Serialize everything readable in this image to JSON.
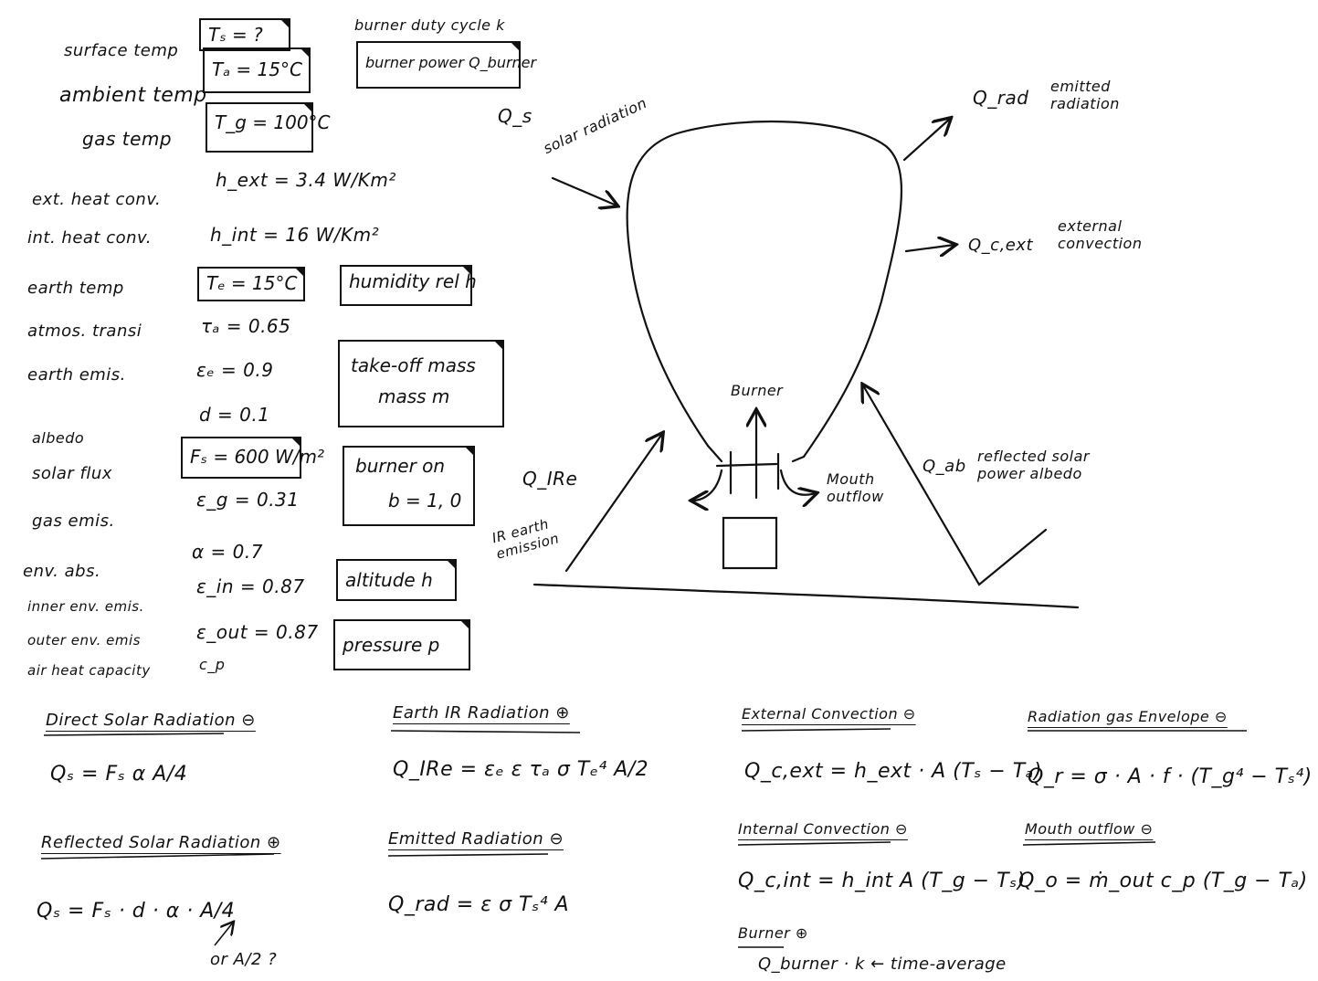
{
  "parameters": {
    "labels": [
      "surface temp",
      "ambient temp",
      "gas temp",
      "ext. heat conv.",
      "int. heat conv.",
      "earth temp",
      "atmos. transi",
      "earth emis.",
      "albedo",
      "solar flux",
      "gas emis.",
      "env. abs.",
      "inner env. emis.",
      "outer env. emis",
      "air heat capacity"
    ],
    "values": {
      "surface_temp": "Tₛ = ?",
      "ambient_temp": "Tₐ = 15°C",
      "gas_temp": "T_g = 100°C",
      "h_ext": "h_ext = 3.4 W/Km²",
      "h_int": "h_int = 16 W/Km²",
      "earth_temp": "Tₑ = 15°C",
      "atmos_trans": "τₐ = 0.65",
      "earth_emis": "εₑ = 0.9",
      "albedo": "d = 0.1",
      "solar_flux": "Fₛ = 600 W/m²",
      "gas_emis": "ε_g = 0.31",
      "env_abs": "α = 0.7",
      "inner_emis": "ε_in = 0.87",
      "outer_emis": "ε_out = 0.87",
      "heat_capacity": "c_p"
    }
  },
  "inputs": {
    "duty_cycle": "burner duty cycle k",
    "burner_power": "burner power  Q_burner",
    "humidity": "humidity rel h",
    "mass_1": "take-off mass",
    "mass_2": "mass m",
    "burner_on_1": "burner on",
    "burner_on_2": "b = 1, 0",
    "altitude": "altitude h",
    "pressure": "pressure p"
  },
  "diagram": {
    "q_s": "Q_s",
    "q_s_desc": "solar radiation",
    "q_rad": "Q_rad",
    "q_rad_desc": "emitted radiation",
    "q_cext": "Q_c,ext",
    "q_cext_desc": "external convection",
    "burner": "Burner",
    "mouth": "Mouth outflow",
    "q_ab": "Q_ab",
    "q_ab_desc": "reflected solar power albedo",
    "q_ire": "Q_IRe",
    "q_ire_desc": "IR earth emission"
  },
  "equations": [
    {
      "title": "Direct Solar Radiation ⊖",
      "formula": "Qₛ = Fₛ α A/4"
    },
    {
      "title": "Reflected Solar Radiation ⊕",
      "formula": "Qₛ = Fₛ · d · α · A/4",
      "note": "or A/2 ?"
    },
    {
      "title": "Earth IR Radiation ⊕",
      "formula": "Q_IRe = εₑ ε τₐ σ Tₑ⁴ A/2"
    },
    {
      "title": "Emitted Radiation ⊖",
      "formula": "Q_rad = ε σ Tₛ⁴ A"
    },
    {
      "title": "External Convection ⊖",
      "formula": "Q_c,ext = h_ext · A (Tₛ − Tₐ)"
    },
    {
      "title": "Internal Convection ⊖",
      "formula": "Q_c,int = h_int A (T_g − Tₛ)"
    },
    {
      "title": "Burner ⊕",
      "formula": "Q_burner · k ← time-average"
    },
    {
      "title": "Radiation gas Envelope ⊖",
      "formula": "Q_r = σ · A · f · (T_g⁴ − Tₛ⁴)"
    },
    {
      "title": "Mouth outflow ⊖",
      "formula": "Q_o = ṁ_out c_p (T_g − Tₐ)"
    }
  ]
}
